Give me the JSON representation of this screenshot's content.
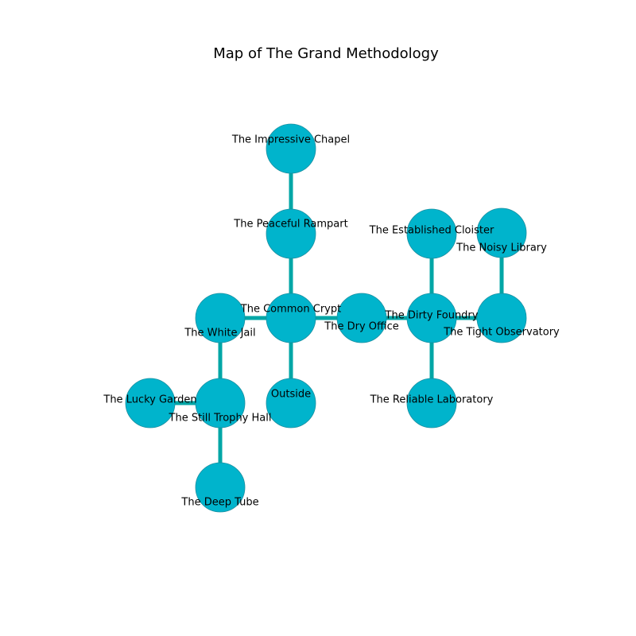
{
  "title": "Map of The Grand Methodology",
  "colors": {
    "node_fill": "#00b4cc",
    "node_stroke": "#1a8fa0",
    "edge": "#00a6a6",
    "background": "#ffffff"
  },
  "rooms": [
    {
      "id": "chapel",
      "label": "The Impressive Chapel"
    },
    {
      "id": "rampart",
      "label": "The Peaceful Rampart"
    },
    {
      "id": "crypt",
      "label": "The Common Crypt"
    },
    {
      "id": "jail",
      "label": "The White Jail"
    },
    {
      "id": "office",
      "label": "The Dry Office"
    },
    {
      "id": "foundry",
      "label": "The Dirty Foundry"
    },
    {
      "id": "cloister",
      "label": "The Established Cloister"
    },
    {
      "id": "library",
      "label": "The Noisy Library"
    },
    {
      "id": "observatory",
      "label": "The Tight Observatory"
    },
    {
      "id": "laboratory",
      "label": "The Reliable Laboratory"
    },
    {
      "id": "outside",
      "label": "Outside"
    },
    {
      "id": "garden",
      "label": "The Lucky Garden"
    },
    {
      "id": "trophy",
      "label": "The Still Trophy Hall"
    },
    {
      "id": "tube",
      "label": "The Deep Tube"
    }
  ],
  "connections": [
    {
      "from": "chapel",
      "to": "rampart"
    },
    {
      "from": "rampart",
      "to": "crypt"
    },
    {
      "from": "crypt",
      "to": "jail"
    },
    {
      "from": "crypt",
      "to": "office"
    },
    {
      "from": "crypt",
      "to": "outside"
    },
    {
      "from": "office",
      "to": "foundry"
    },
    {
      "from": "foundry",
      "to": "cloister"
    },
    {
      "from": "foundry",
      "to": "observatory"
    },
    {
      "from": "foundry",
      "to": "laboratory"
    },
    {
      "from": "library",
      "to": "observatory"
    },
    {
      "from": "jail",
      "to": "trophy"
    },
    {
      "from": "garden",
      "to": "trophy"
    },
    {
      "from": "trophy",
      "to": "tube"
    }
  ]
}
